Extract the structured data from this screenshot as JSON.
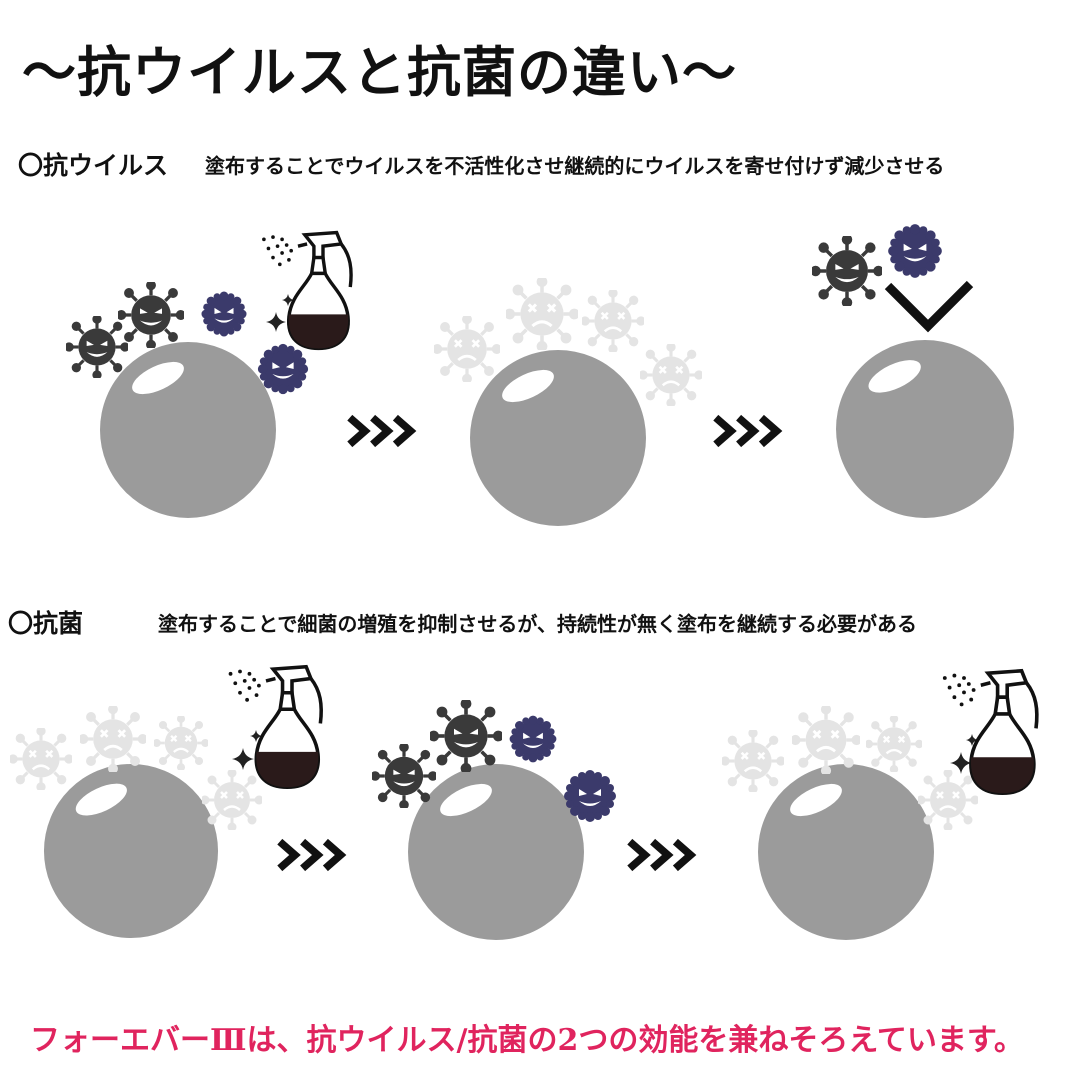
{
  "title": "～抗ウイルスと抗菌の違い～",
  "antivirus": {
    "heading": "〇抗ウイルス",
    "description": "塗布することでウイルスを不活性化させ継続的にウイルスを寄せ付けず減少させる"
  },
  "antibacterial": {
    "heading": "〇抗菌",
    "description": "塗布することで細菌の増殖を抑制させるが、持続性が無く塗布を継続する必要がある"
  },
  "footer": "フォーエバーⅢは、抗ウイルス/抗菌の2つの効能を兼ねそろえています。",
  "colors": {
    "sphere": "#9b9b9b",
    "virus_dark": "#3a3a3a",
    "virus_navy": "#3b3a6b",
    "virus_faded": "#e6e6e6",
    "arrow": "#111111",
    "footer_text": "#e0245e"
  },
  "icons": [
    "spray-bottle-icon",
    "virus-icon",
    "sparkle-icon",
    "arrows-icon",
    "shield-check-icon"
  ]
}
